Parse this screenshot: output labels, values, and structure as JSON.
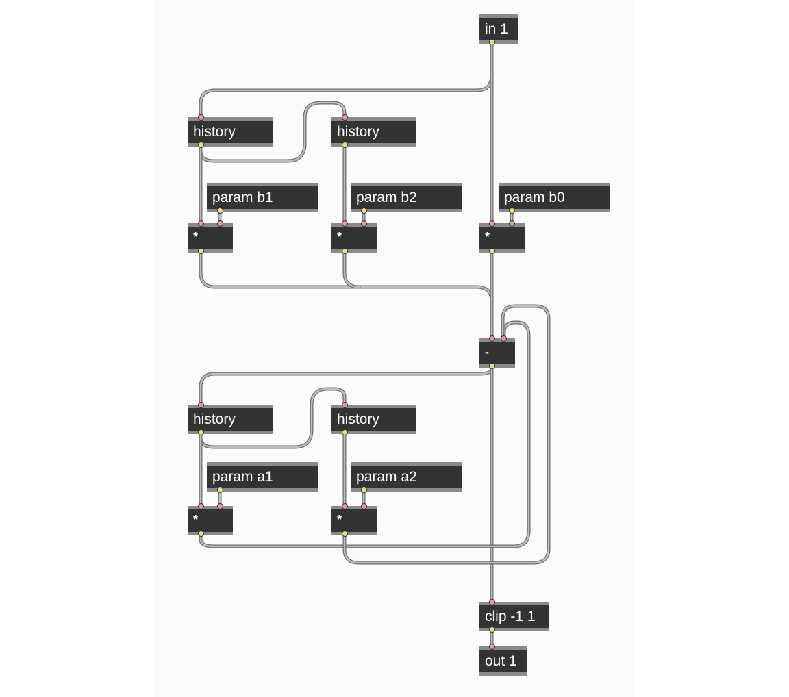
{
  "patcher": {
    "background": "#fbfbfb",
    "objects": {
      "in1": {
        "label": "in 1"
      },
      "hist_b1": {
        "label": "history"
      },
      "hist_b2": {
        "label": "history"
      },
      "param_b1": {
        "label": "param b1"
      },
      "param_b2": {
        "label": "param b2"
      },
      "param_b0": {
        "label": "param b0"
      },
      "mul_b1": {
        "label": "*"
      },
      "mul_b2": {
        "label": "*"
      },
      "mul_b0": {
        "label": "*"
      },
      "sub": {
        "label": "-"
      },
      "hist_a1": {
        "label": "history"
      },
      "hist_a2": {
        "label": "history"
      },
      "param_a1": {
        "label": "param a1"
      },
      "param_a2": {
        "label": "param a2"
      },
      "mul_a1": {
        "label": "*"
      },
      "mul_a2": {
        "label": "*"
      },
      "clip": {
        "label": "clip -1 1"
      },
      "out1": {
        "label": "out 1"
      }
    },
    "colors": {
      "object_bg": "#333333",
      "object_border": "#8a8a8a",
      "inlet": "#e29b9b",
      "outlet": "#dfe38a",
      "cable": "#a3a3a3"
    }
  }
}
